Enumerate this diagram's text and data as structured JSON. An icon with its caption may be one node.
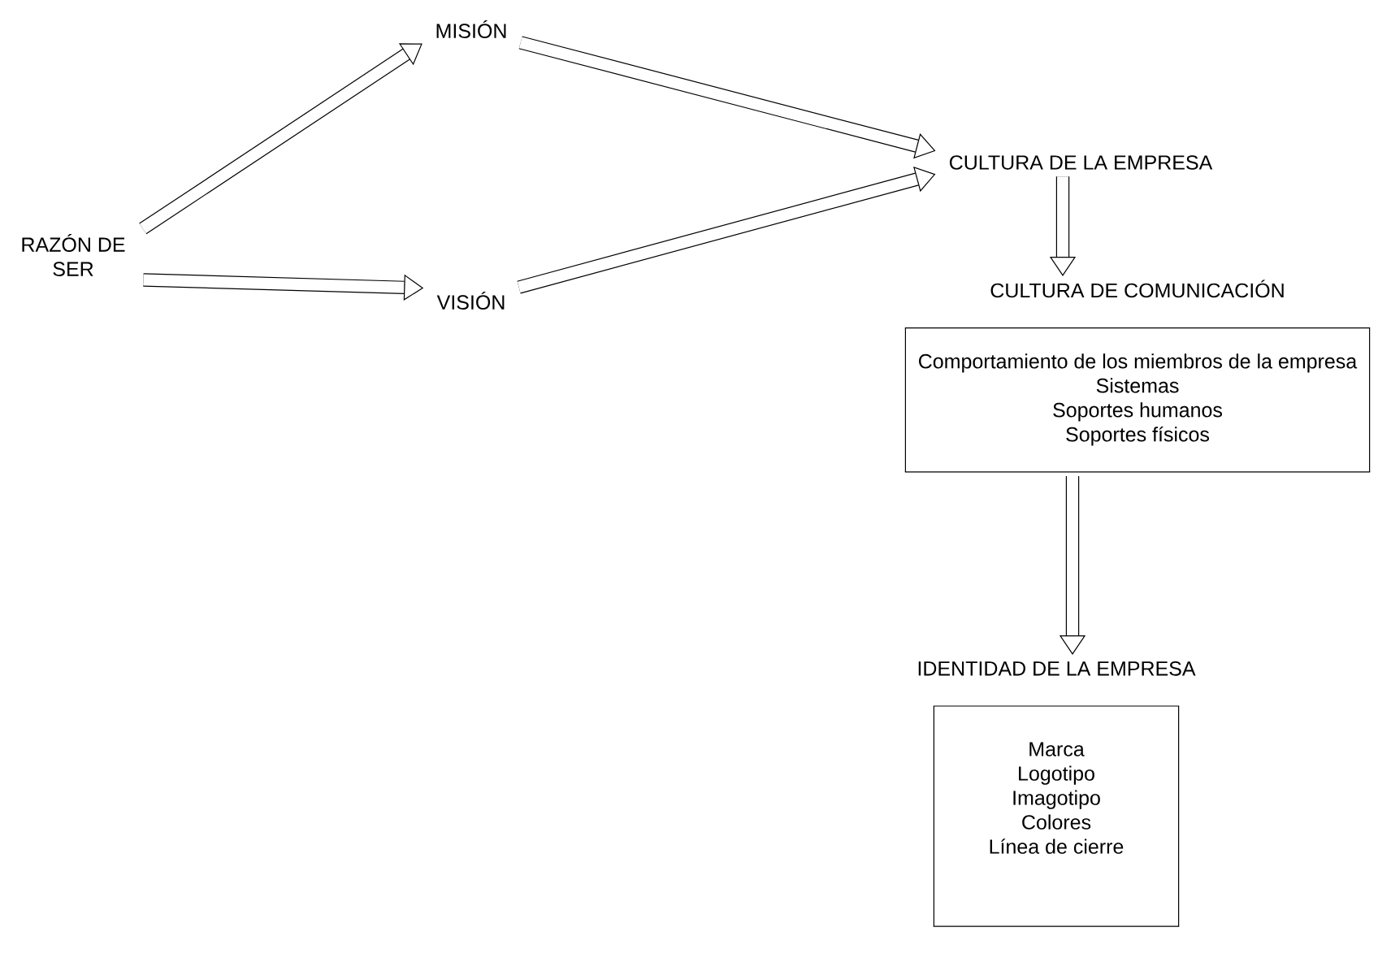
{
  "diagram": {
    "nodes": [
      {
        "text": [
          "RAZÓN DE SER"
        ]
      },
      {
        "text": [
          "MISIÓN"
        ]
      },
      {
        "text": [
          "VISIÓN"
        ]
      },
      {
        "text": [
          "CULTURA DE LA EMPRESA"
        ]
      },
      {
        "text": [
          "CULTURA DE COMUNICACIÓN",
          "Comportamiento de los miembros de la empresa",
          "Sistemas",
          "Soportes humanos",
          "Soportes físicos"
        ]
      },
      {
        "text": [
          "IDENTIDAD DE LA EMPRESA",
          "Marca",
          "Logotipo",
          "Imagotipo",
          "Colores",
          "Línea de cierre"
        ]
      }
    ],
    "edges": [
      {
        "from": 0,
        "to": 1,
        "arrow": "to"
      },
      {
        "from": 0,
        "to": 2,
        "arrow": "to"
      },
      {
        "from": 1,
        "to": 3,
        "arrow": "to"
      },
      {
        "from": 2,
        "to": 3,
        "arrow": "to"
      },
      {
        "from": 3,
        "to": 4,
        "arrow": "to"
      },
      {
        "from": 4,
        "to": 5,
        "arrow": "to"
      }
    ]
  }
}
